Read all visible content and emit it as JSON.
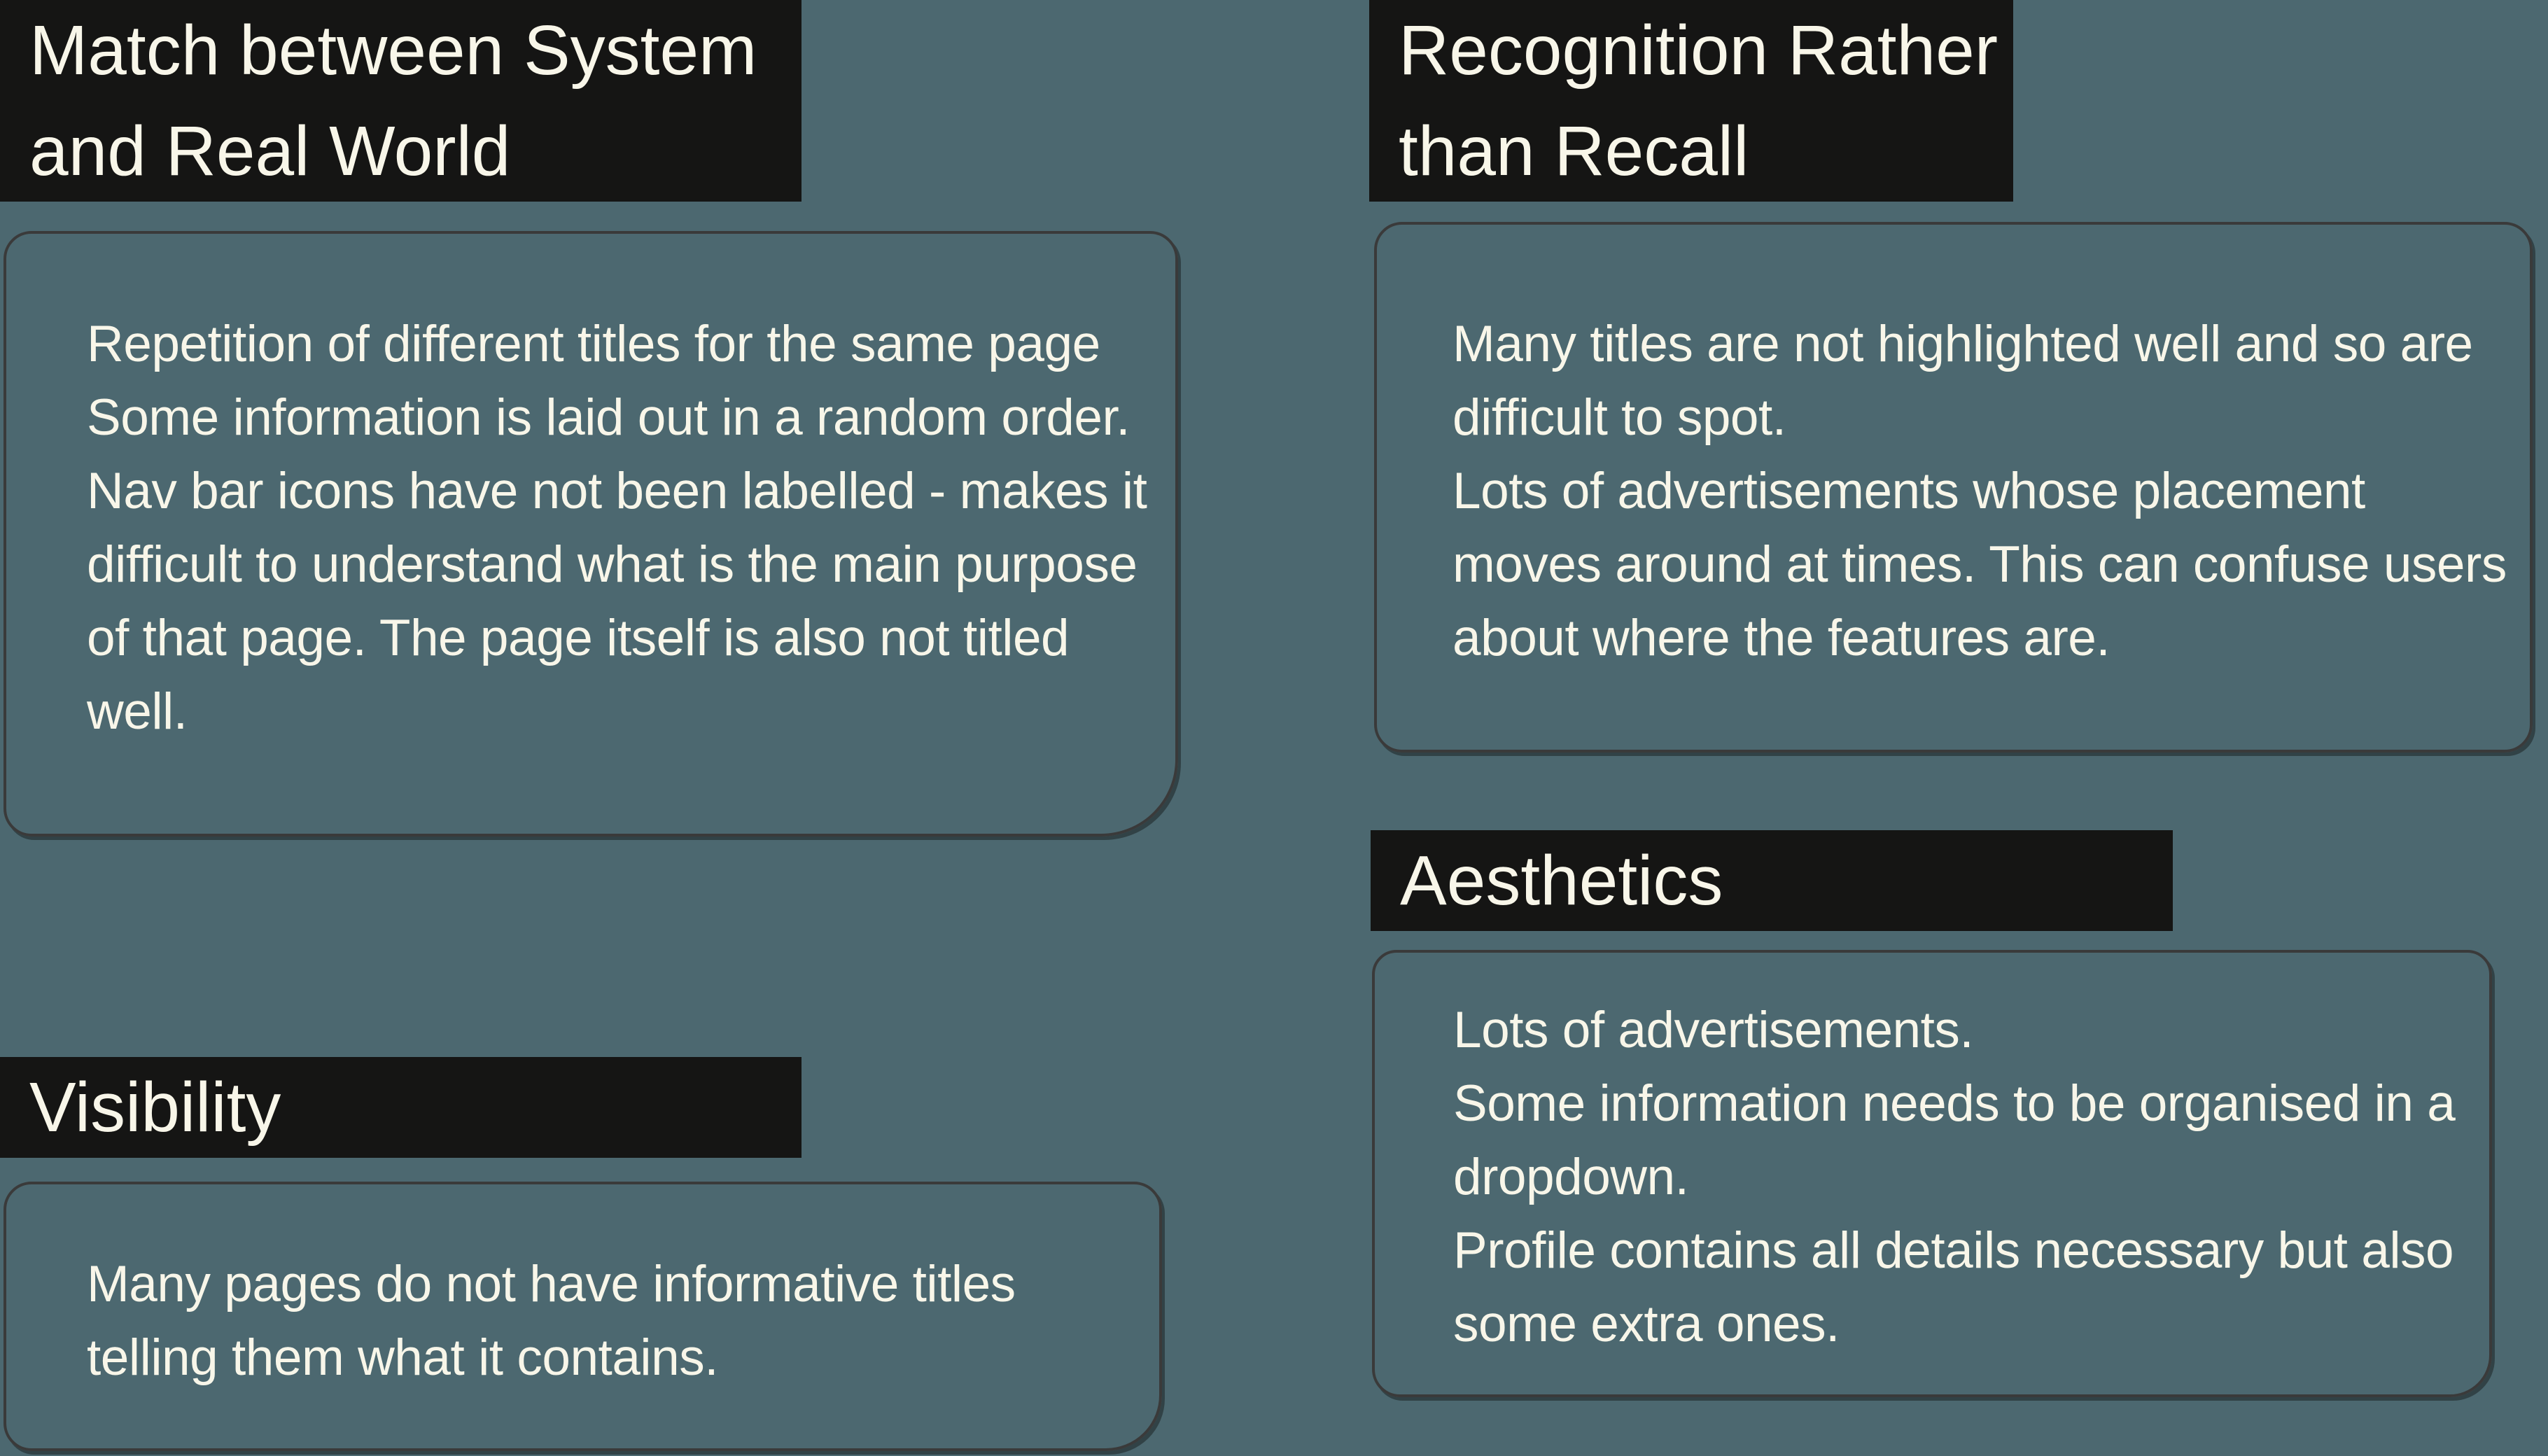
{
  "board": {
    "background_color": "#4c6870",
    "title_block_color": "#151514",
    "title_text_color": "#f8f6e9",
    "body_text_color": "#f8f6e9",
    "card_border_color": "#3a3a3a"
  },
  "sections": {
    "match": {
      "title": "Match between System\nand Real World",
      "body": "Repetition of different titles for the same page\nSome information is laid out in a random order.\nNav bar icons have not been labelled - makes it\ndifficult to understand what is the main purpose\nof that page. The page itself is also not titled\nwell."
    },
    "visibility": {
      "title": "Visibility",
      "body": "Many pages do not have informative titles\ntelling them what it contains."
    },
    "recognition": {
      "title": "Recognition Rather\nthan Recall",
      "body": "Many titles are not highlighted well and so are\ndifficult to spot.\nLots of advertisements whose placement\nmoves around at times. This can confuse users\nabout where the features are."
    },
    "aesthetics": {
      "title": "Aesthetics",
      "body": "Lots of advertisements.\nSome information needs to be organised in a\ndropdown.\nProfile contains all details necessary but also\nsome extra ones."
    }
  }
}
